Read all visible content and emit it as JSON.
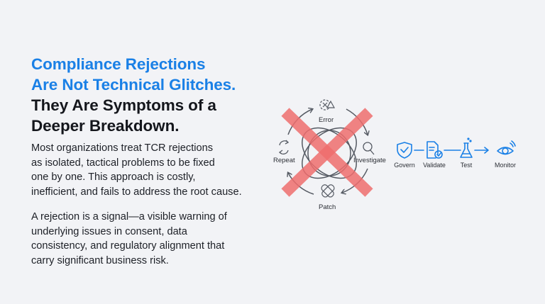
{
  "headline": {
    "line1": "Compliance Rejections",
    "line2": "Are Not Technical Glitches.",
    "line3": "They Are Symptoms of a",
    "line4": "Deeper Breakdown.",
    "accent_color": "#1a80e6",
    "dark_color": "#14161c"
  },
  "paragraphs": {
    "p1": [
      "Most organizations treat TCR rejections",
      "as isolated, tactical problems to be fixed",
      "one by one. This approach is costly,",
      "inefficient, and fails to address the root cause."
    ],
    "p2": [
      "A rejection is a signal—a visible warning of",
      "underlying issues in consent, data",
      "consistency, and regulatory alignment that",
      "carry significant business risk."
    ]
  },
  "broken_cycle": {
    "crossed_out": true,
    "cross_color": "#ee6d6d",
    "steps": [
      {
        "label": "Error",
        "icon": "gear-error-icon"
      },
      {
        "label": "Investigate",
        "icon": "magnifier-icon"
      },
      {
        "label": "Patch",
        "icon": "bandage-icon"
      },
      {
        "label": "Repeat",
        "icon": "refresh-icon"
      }
    ]
  },
  "healthy_flow": {
    "accent_color": "#1a80e6",
    "steps": [
      {
        "label": "Govern",
        "icon": "shield-check-icon"
      },
      {
        "label": "Validate",
        "icon": "document-check-icon"
      },
      {
        "label": "Test",
        "icon": "flask-icon"
      },
      {
        "label": "Monitor",
        "icon": "eye-icon"
      }
    ]
  }
}
